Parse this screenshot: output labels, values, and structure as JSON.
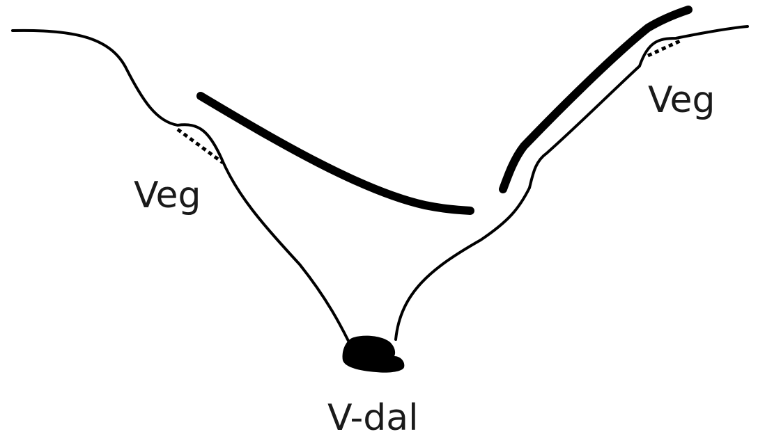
{
  "labels": {
    "left": "Veg",
    "right": "Veg",
    "bottom": "V-dal"
  },
  "colors": {
    "line": "#000000",
    "text": "#1a1a1a",
    "background": "#ffffff"
  }
}
